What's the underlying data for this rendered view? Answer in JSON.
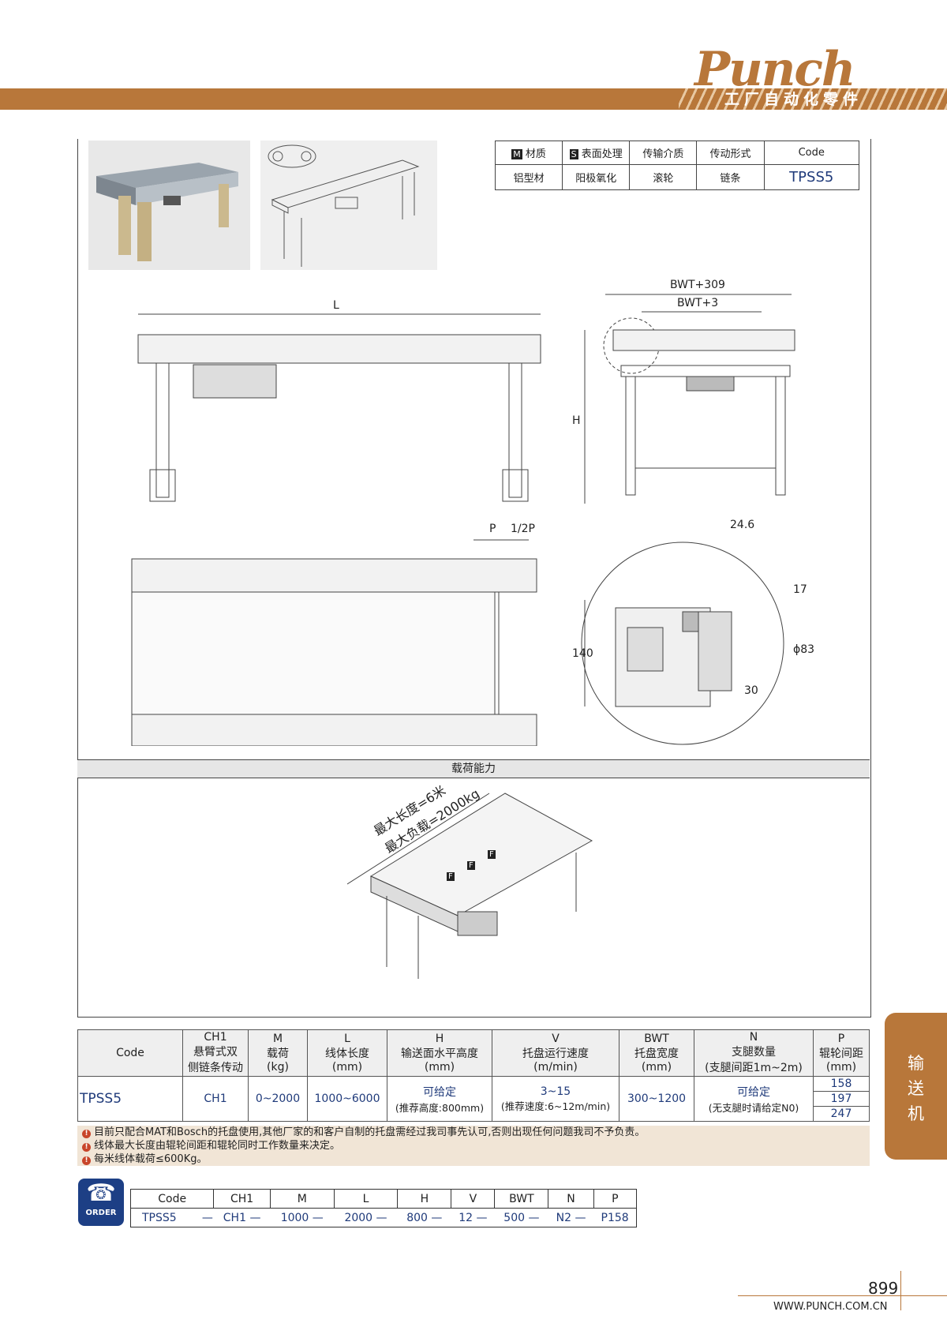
{
  "brand": {
    "logo": "Punch",
    "subtitle": "工厂自动化零件"
  },
  "spec_header": {
    "material_badge": "M",
    "material": "材质",
    "surface_badge": "S",
    "surface": "表面处理",
    "medium": "传输介质",
    "drive": "传动形式",
    "code": "Code"
  },
  "spec_values": {
    "material": "铝型材",
    "surface": "阳极氧化",
    "medium": "滚轮",
    "drive": "链条",
    "code": "TPSS5"
  },
  "dims": {
    "L": "L",
    "bwt309": "BWT+309",
    "bwt3": "BWT+3",
    "H": "H",
    "P": "P",
    "halfP": "1/2P",
    "d246": "24.6",
    "d17": "17",
    "d140": "140",
    "d83": "ϕ83",
    "d30": "30"
  },
  "load_section": {
    "title": "载荷能力",
    "max_length": "最大长度=6米",
    "max_load": "最大负载=2000kg",
    "force": "F"
  },
  "table": {
    "headers": [
      {
        "code": "Code"
      },
      {
        "code": "CH1",
        "l1": "悬臂式双",
        "l2": "侧链条传动"
      },
      {
        "code": "M",
        "l1": "载荷",
        "l2": "(kg)"
      },
      {
        "code": "L",
        "l1": "线体长度",
        "l2": "(mm)"
      },
      {
        "code": "H",
        "l1": "输送面水平高度",
        "l2": "(mm)"
      },
      {
        "code": "V",
        "l1": "托盘运行速度",
        "l2": "(m/min)"
      },
      {
        "code": "BWT",
        "l1": "托盘宽度",
        "l2": "(mm)"
      },
      {
        "code": "N",
        "l1": "支腿数量",
        "l2": "(支腿间距1m~2m)"
      },
      {
        "code": "P",
        "l1": "辊轮间距",
        "l2": "(mm)"
      }
    ],
    "row": {
      "code": "TPSS5",
      "ch1": "CH1",
      "m": "0~2000",
      "l": "1000~6000",
      "h1": "可给定",
      "h2": "(推荐高度:800mm)",
      "v1": "3~15",
      "v2": "(推荐速度:6~12m/min)",
      "bwt": "300~1200",
      "n1": "可给定",
      "n2": "(无支腿时请给定N0)",
      "p": [
        "158",
        "197",
        "247"
      ]
    }
  },
  "notes": [
    "目前只配合MAT和Bosch的托盘使用,其他厂家的和客户自制的托盘需经过我司事先认可,否则出现任何问题我司不予负责。",
    "线体最大长度由辊轮间距和辊轮同时工作数量来决定。",
    "每米线体载荷≤600Kg。"
  ],
  "side_tab": [
    "输",
    "送",
    "机"
  ],
  "order": {
    "badge": "ORDER",
    "headers": [
      "Code",
      "CH1",
      "M",
      "L",
      "H",
      "V",
      "BWT",
      "N",
      "P"
    ],
    "values": [
      "TPSS5",
      "CH1",
      "1000",
      "2000",
      "800",
      "12",
      "500",
      "N2",
      "P158"
    ],
    "sep": "—"
  },
  "footer": {
    "page": "899",
    "website": "WWW.PUNCH.COM.CN"
  }
}
